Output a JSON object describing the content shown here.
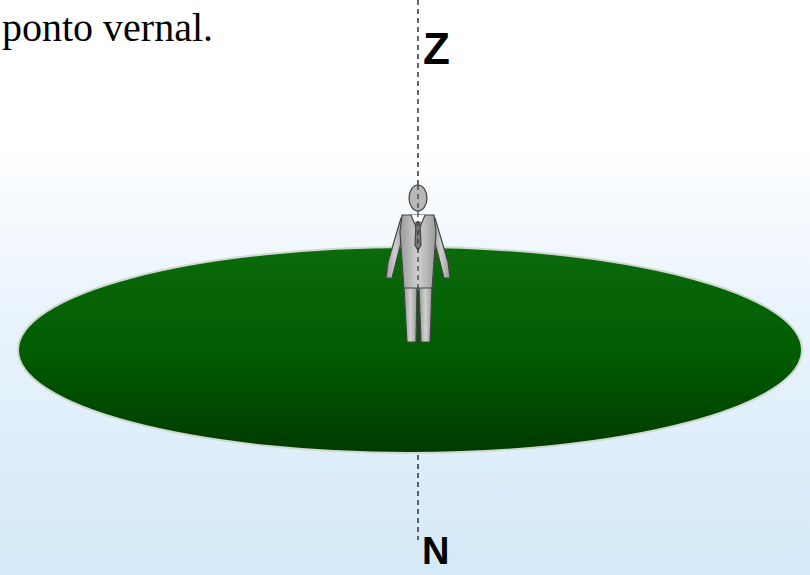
{
  "diagram": {
    "labels": [
      "ponto vernal.",
      "Z",
      "N"
    ]
  }
}
